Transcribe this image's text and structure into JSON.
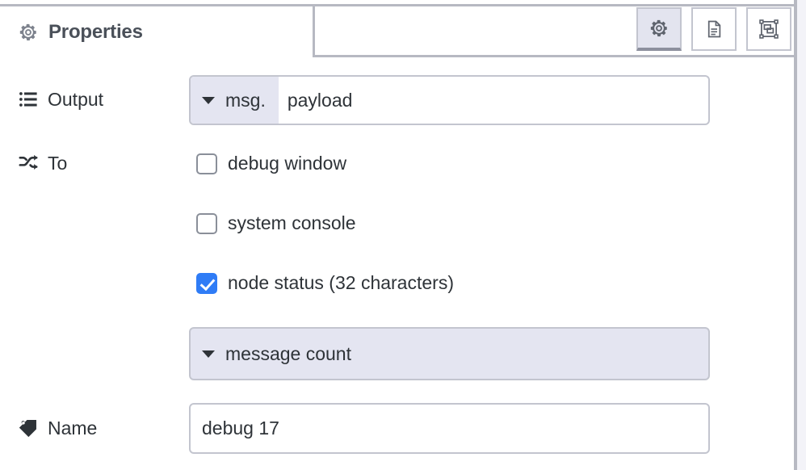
{
  "panel": {
    "tab": {
      "icon": "gear-icon",
      "label": "Properties"
    },
    "header_buttons": [
      {
        "name": "properties-button",
        "icon": "gear-icon",
        "active": true
      },
      {
        "name": "description-button",
        "icon": "document-icon",
        "active": false
      },
      {
        "name": "appearance-button",
        "icon": "appearance-icon",
        "active": false
      }
    ]
  },
  "form": {
    "output": {
      "icon": "list-icon",
      "label": "Output",
      "type_prefix": "msg.",
      "value": "payload",
      "placeholder": ""
    },
    "to": {
      "icon": "shuffle-icon",
      "label": "To",
      "options": [
        {
          "label": "debug window",
          "checked": false
        },
        {
          "label": "system console",
          "checked": false
        },
        {
          "label": "node status (32 characters)",
          "checked": true
        }
      ],
      "status_select": {
        "value": "message count"
      }
    },
    "name": {
      "icon": "tag-icon",
      "label": "Name",
      "value": "debug 17",
      "placeholder": "Name"
    }
  },
  "colors": {
    "accent_checked": "#2f7cf6",
    "field_prefix_bg": "#e4e5f1",
    "border": "#c3c5cf",
    "divider": "#b7b9c2",
    "text": "#2e3338",
    "tab_label": "#4a5059",
    "canvas_bg": "#f3f3f8"
  }
}
